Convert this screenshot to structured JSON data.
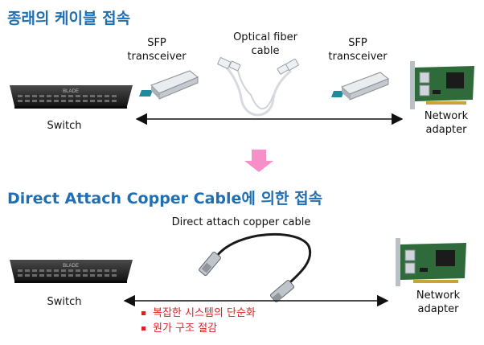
{
  "top": {
    "heading": "종래의 케이블 접속",
    "sfp_left": [
      "SFP",
      "transceiver"
    ],
    "fiber": [
      "Optical fiber",
      "cable"
    ],
    "sfp_right": [
      "SFP",
      "transceiver"
    ],
    "switch": "Switch",
    "adapter": [
      "Network",
      "adapter"
    ],
    "switch_brand": "BLADE"
  },
  "bottom": {
    "heading": "Direct Attach Copper Cable에 의한 접속",
    "cable": "Direct attach copper cable",
    "switch": "Switch",
    "adapter": [
      "Network",
      "adapter"
    ],
    "switch_brand": "BLADE",
    "bullets": [
      "복잡한 시스템의 단순화",
      "원가 구조 절감"
    ]
  },
  "colors": {
    "heading": "#1f6fb2",
    "arrow_down": "#f78fc8",
    "bullet": "#e02020",
    "board": "#2f6a3a"
  }
}
